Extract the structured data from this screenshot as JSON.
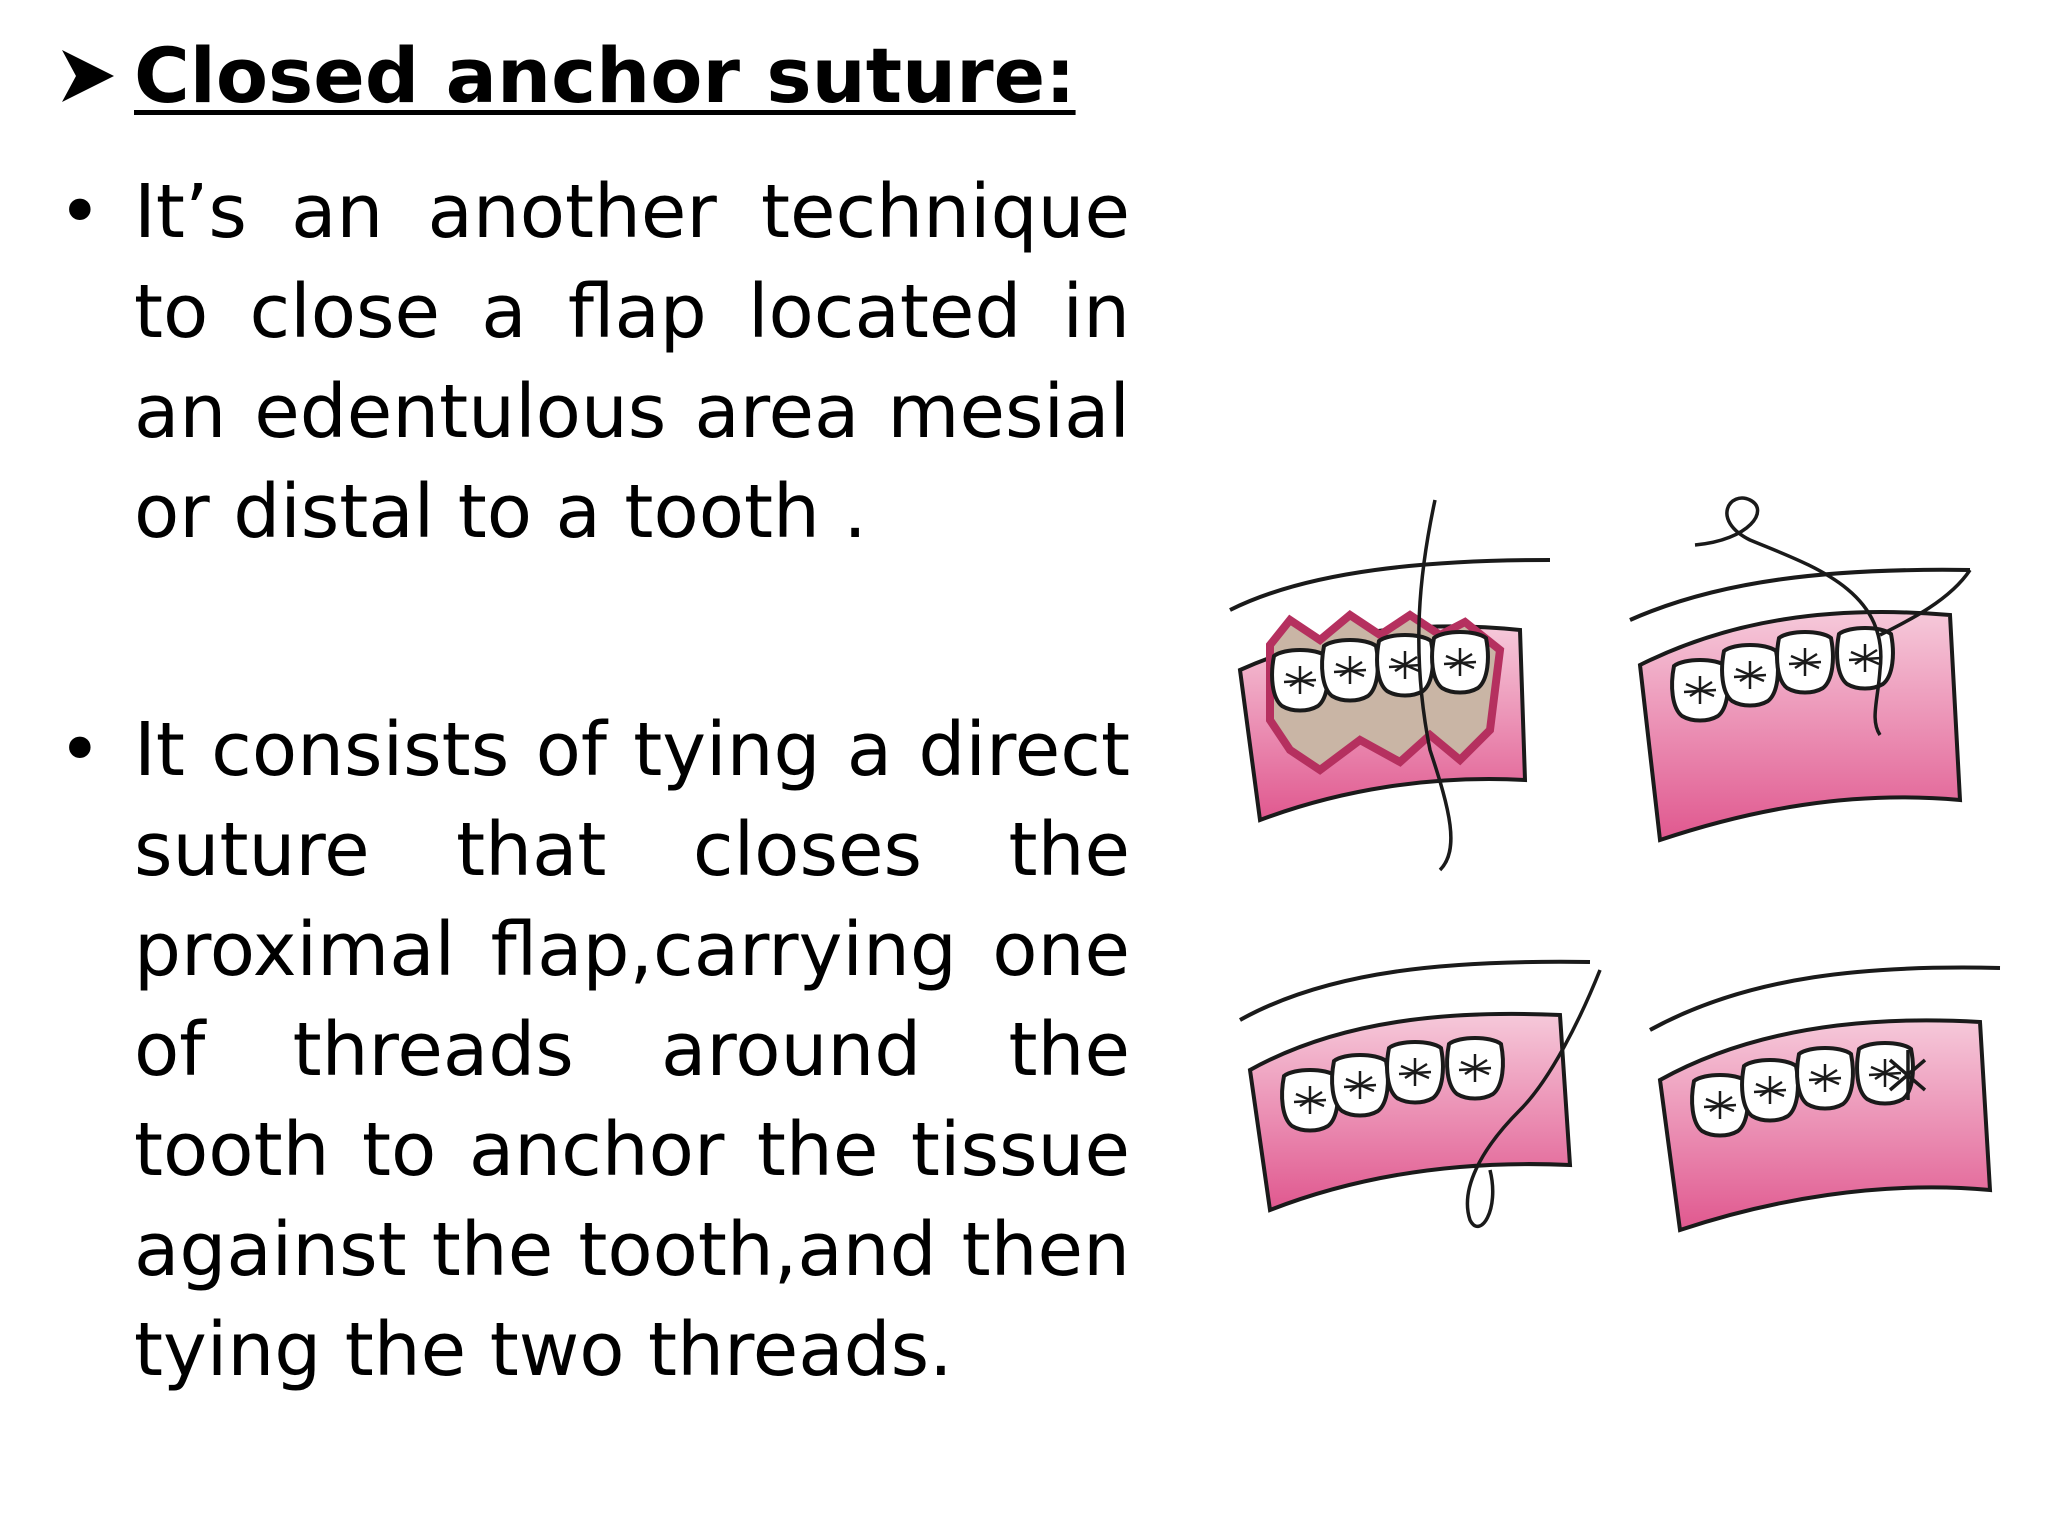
{
  "slide": {
    "heading": "Closed anchor suture:",
    "bullets": [
      "It’s an another technique to close a flap located in an edentulous area mesial or distal to a tooth .",
      "It consists of tying a direct suture that closes the proximal flap,carrying one of threads around the tooth to anchor the tissue against the tooth,and then tying the two threads."
    ],
    "figure": {
      "panels": [
        "step-1",
        "step-2",
        "step-3",
        "step-4"
      ],
      "colors": {
        "gum": "#e36a9a",
        "gum_light": "#f2b3cb",
        "flap_fill": "#c9b5a5",
        "outline": "#1a1a1a"
      }
    }
  }
}
